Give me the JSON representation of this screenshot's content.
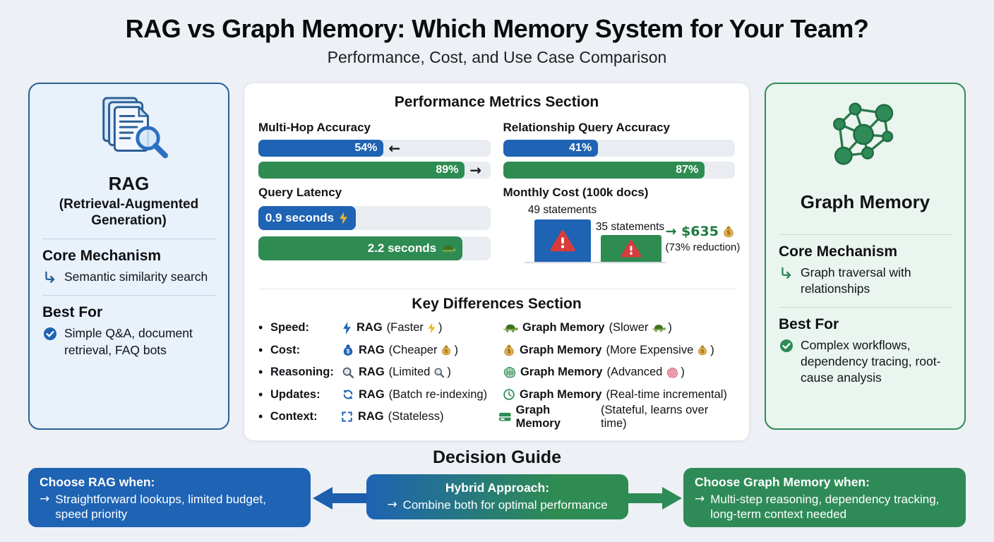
{
  "header": {
    "title": "RAG vs Graph Memory: Which Memory System for Your Team?",
    "subtitle": "Performance, Cost, and Use Case Comparison"
  },
  "rag_card": {
    "name": "RAG",
    "subtitle": "(Retrieval-Augmented Generation)",
    "core": {
      "heading": "Core Mechanism",
      "text": "Semantic similarity search"
    },
    "best": {
      "heading": "Best For",
      "text": "Simple Q&A, document retrieval, FAQ bots"
    }
  },
  "graph_card": {
    "name": "Graph Memory",
    "core": {
      "heading": "Core Mechanism",
      "text": "Graph traversal with relationships"
    },
    "best": {
      "heading": "Best For",
      "text": "Complex workflows, dependency tracing, root-cause analysis"
    }
  },
  "performance": {
    "heading": "Performance Metrics Section",
    "multi_hop": {
      "label": "Multi-Hop Accuracy",
      "rag": {
        "value": "54%",
        "pct": 54,
        "arrow": "←"
      },
      "graph": {
        "value": "89%",
        "pct": 89,
        "arrow": "→"
      }
    },
    "relationship": {
      "label": "Relationship Query Accuracy",
      "rag": {
        "value": "41%",
        "pct": 41
      },
      "graph": {
        "value": "87%",
        "pct": 87
      }
    },
    "latency": {
      "label": "Query Latency",
      "rag": {
        "value": "0.9 seconds",
        "pct": 42
      },
      "graph": {
        "value": "2.2 seconds",
        "pct": 88
      }
    },
    "cost": {
      "label": "Monthly Cost (100k docs)",
      "rag_statements": "49 statements",
      "graph_statements": "35 statements",
      "result": "→ $635",
      "reduction": "(73% reduction)"
    }
  },
  "key_differences": {
    "heading": "Key Differences Section",
    "bullet": "•",
    "rows": [
      {
        "label": "Speed:",
        "rag": {
          "name": "RAG",
          "pre": "(Faster",
          "post": ")"
        },
        "graph": {
          "name": "Graph Memory",
          "pre": "(Slower",
          "post": ")"
        }
      },
      {
        "label": "Cost:",
        "rag": {
          "name": "RAG",
          "pre": "(Cheaper",
          "post": ")"
        },
        "graph": {
          "name": "Graph Memory",
          "pre": "(More Expensive",
          "post": ")"
        }
      },
      {
        "label": "Reasoning:",
        "rag": {
          "name": "RAG",
          "pre": "(Limited",
          "post": ")"
        },
        "graph": {
          "name": "Graph Memory",
          "pre": "(Advanced",
          "post": ")"
        }
      },
      {
        "label": "Updates:",
        "rag": {
          "name": "RAG",
          "pre": "(Batch re-indexing)",
          "post": ""
        },
        "graph": {
          "name": "Graph Memory",
          "pre": "(Real-time incremental)",
          "post": ""
        }
      },
      {
        "label": "Context:",
        "rag": {
          "name": "RAG",
          "pre": "(Stateless)",
          "post": ""
        },
        "graph": {
          "name": "Graph Memory",
          "pre": "(Stateful, learns over time)",
          "post": ""
        }
      }
    ]
  },
  "decision": {
    "heading": "Decision Guide",
    "rag_box": {
      "title": "Choose RAG when:",
      "arrow": "→",
      "text": "Straightforward lookups, limited budget, speed priority"
    },
    "hybrid_box": {
      "title": "Hybrid Approach:",
      "arrow": "→",
      "text": "Combine both for optimal performance"
    },
    "graph_box": {
      "title": "Choose Graph Memory when:",
      "arrow": "→",
      "text": "Multi-step reasoning, dependency tracking, long-term context needed"
    }
  },
  "icons": {
    "doc_search": "documents-with-magnifier",
    "network": "graph-network-nodes",
    "elbow_arrow": "↳",
    "check": "✔",
    "lightning": "⚡",
    "turtle": "🐢",
    "money_bag": "💰",
    "magnifier": "🔍",
    "brain": "🧠",
    "refresh": "🔄",
    "clock": "🕐",
    "brackets": "[ ]",
    "memory_card": "▤",
    "warning": "⚠"
  },
  "colors": {
    "rag_blue": "#1e63b4",
    "graph_green": "#2e8b57",
    "track_gray": "#e9edf2",
    "warning_red": "#d93b3b",
    "gold": "#e0a62e",
    "page_bg": "#edf0f5"
  }
}
